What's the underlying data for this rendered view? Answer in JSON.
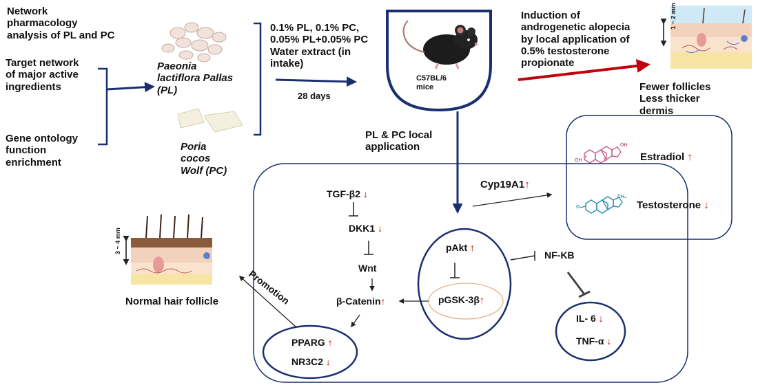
{
  "colors": {
    "navy": "#1a2f6f",
    "red_arrow": "#c0000a",
    "dark_red": "#d40000",
    "estradiol_pink": "#c85c88",
    "testosterone_teal": "#2b8fb4",
    "circle_orange": "#e8b08a"
  },
  "analysis": {
    "network_pharmacology": [
      "Network",
      "pharmacology",
      "analysis of PL and PC"
    ],
    "target_network": [
      "Target network",
      "of major active",
      "ingredients"
    ],
    "gene_ontology": [
      "Gene ontology",
      "function",
      "enrichment"
    ]
  },
  "herbs": {
    "pl": [
      "Paeonia",
      "lactiflora Pallas",
      "(PL)"
    ],
    "pc": [
      "Poria",
      "cocos",
      "Wolf (PC)"
    ]
  },
  "treatment": {
    "lines": [
      "0.1% PL, 0.1% PC,",
      "0.05% PL+0.05% PC",
      "Water extract  (in",
      "intake)"
    ],
    "duration": "28 days"
  },
  "mouse": {
    "label": [
      "C57BL/6",
      "mice"
    ]
  },
  "induction": {
    "lines": [
      "Induction of",
      "androgenetic alopecia",
      "by local application of",
      "0.5% testosterone",
      "propionate"
    ],
    "scale_label": "1 ~ 2 mm",
    "outcome": [
      "Fewer follicles",
      "Less thicker",
      "dermis"
    ]
  },
  "local_application": [
    "PL & PC local",
    "application"
  ],
  "hormones": {
    "estradiol": "Estradiol",
    "testosterone": "Testosterone",
    "cyp": "Cyp19A1",
    "oh_label": "OH",
    "h_label": "H",
    "ch3_label": "CH₃",
    "o_label": "O"
  },
  "pathway": {
    "tgf": "TGF-β2",
    "dkk": "DKK1",
    "wnt": "Wnt",
    "catenin": "β-Catenin",
    "pparg": "PPARG",
    "nr3c2": "NR3C2",
    "pakt": "pAkt",
    "pgsk": "pGSK-3β",
    "nfkb": "NF-KB",
    "il6": "IL- 6",
    "tnf": "TNF-α"
  },
  "normal": {
    "label": "Normal hair follicle",
    "promotion": "Promotion",
    "scale_label": "3 ~ 4 mm"
  }
}
